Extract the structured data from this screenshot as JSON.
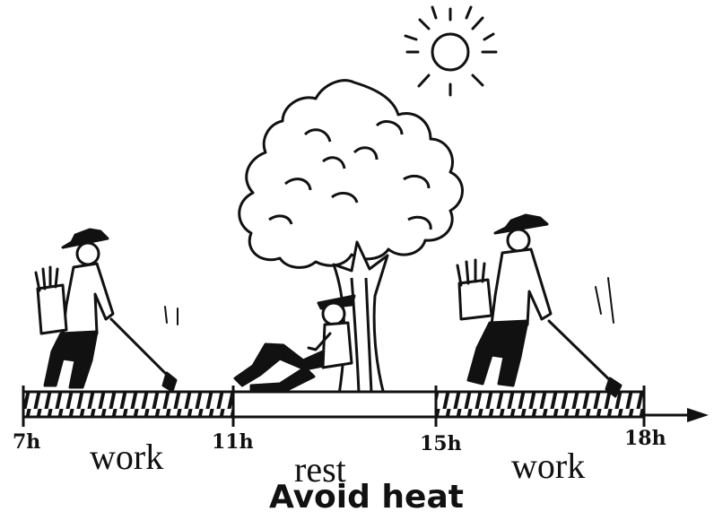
{
  "colors": {
    "ink": "#111111",
    "paper": "#ffffff"
  },
  "timeline": {
    "ticks": [
      "7h",
      "11h",
      "15h",
      "18h"
    ],
    "segments": [
      "work",
      "rest",
      "work"
    ]
  },
  "title": "Avoid heat"
}
